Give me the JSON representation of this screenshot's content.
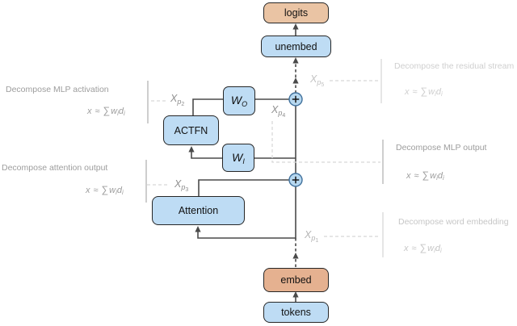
{
  "nodes": {
    "logits": "logits",
    "unembed": "unembed",
    "w_o": {
      "base": "W",
      "sub": "O"
    },
    "actfn": "ACTFN",
    "w_i": {
      "base": "W",
      "sub": "I"
    },
    "attention": "Attention",
    "embed": "embed",
    "tokens": "tokens"
  },
  "xp_labels": {
    "p1": {
      "base": "X",
      "sub": "p",
      "num": "1"
    },
    "p2": {
      "base": "X",
      "sub": "p",
      "num": "2"
    },
    "p3": {
      "base": "X",
      "sub": "p",
      "num": "3"
    },
    "p4": {
      "base": "X",
      "sub": "p",
      "num": "4"
    },
    "p5": {
      "base": "X",
      "sub": "p",
      "num": "5"
    }
  },
  "math": {
    "x": "x",
    "approx": "≈",
    "sum": "∑",
    "w": "w",
    "sub_i": "i",
    "d": "d"
  },
  "annotations": {
    "left_top": "Decompose MLP activation",
    "left_bottom": "Decompose attention output",
    "right_top": "Decompose the residual stream",
    "right_mid": "Decompose MLP output",
    "right_bottom": "Decompose word embedding"
  },
  "colors": {
    "tan": "#eac4a4",
    "tan-dark": "#e5b190",
    "blue": "#bedcf4",
    "node-border": "#262626",
    "line": "#4a4a4a",
    "plus-fill": "#b7d8f0",
    "plus-border": "#41719c",
    "gray-text": "#9d9d9d",
    "light-text": "#cfcfcf",
    "light-text2": "#c6c6c6",
    "xp-gray": "#8f8f8f",
    "xp-mid": "#b5b5b5",
    "xp-light": "#c3c3c3",
    "bracket": "#bdbdbd",
    "bracket-light": "#dedede",
    "connector": "#d8d8d8"
  }
}
